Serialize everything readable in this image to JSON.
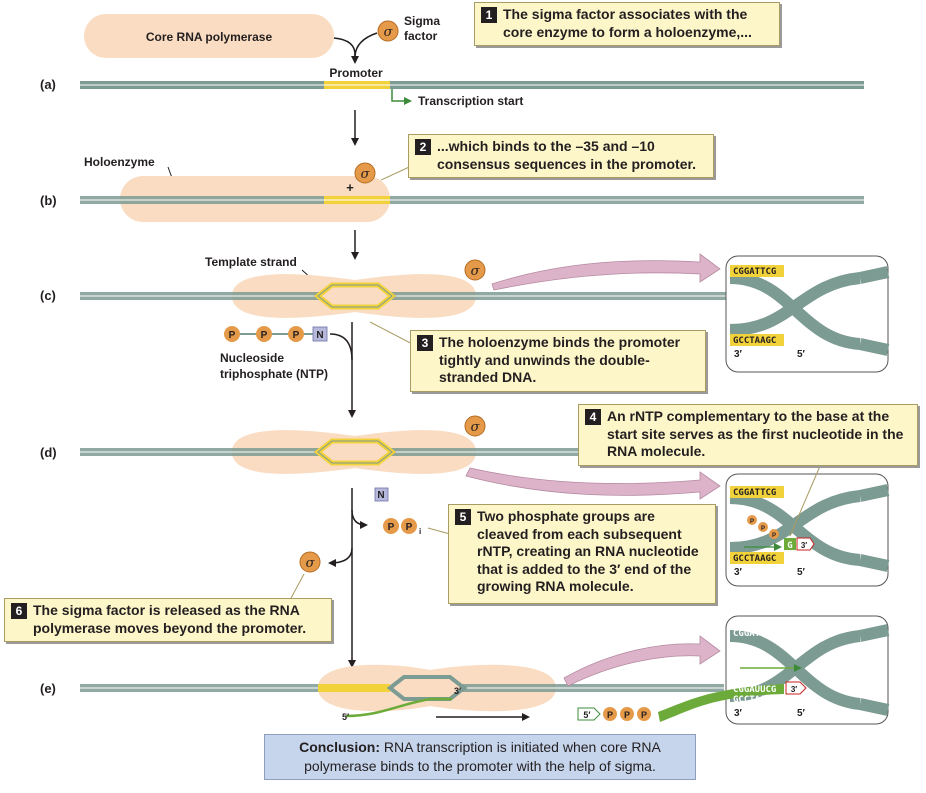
{
  "labels": {
    "core_rna_polymerase": "Core RNA polymerase",
    "sigma_symbol": "σ",
    "sigma_factor_line1": "Sigma",
    "sigma_factor_line2": "factor",
    "promoter": "Promoter",
    "transcription_start": "Transcription start",
    "holoenzyme": "Holoenzyme",
    "plus": "+",
    "template_strand": "Template strand",
    "nucleoside_line1": "Nucleoside",
    "nucleoside_line2": "triphosphate (NTP)",
    "p": "P",
    "n": "N",
    "pi_sub": "i",
    "three_prime": "3′",
    "five_prime": "5′"
  },
  "steps": {
    "a": "(a)",
    "b": "(b)",
    "c": "(c)",
    "d": "(d)",
    "e": "(e)"
  },
  "sequences": {
    "top": "CGGATTCG",
    "bottom": "GCCTAAGC",
    "rna": "CGGAUUCG",
    "first_nt": "G"
  },
  "callouts": [
    {
      "num": "1",
      "text": "The sigma factor associates with the core enzyme to form a holoenzyme,..."
    },
    {
      "num": "2",
      "text": "...which binds to the –35 and –10 consensus sequences in the promoter."
    },
    {
      "num": "3",
      "text": "The holoenzyme binds the promoter tightly and unwinds the double-stranded DNA."
    },
    {
      "num": "4",
      "text": "An rNTP complementary to the base at the start site serves as the first nucleotide in the RNA molecule."
    },
    {
      "num": "5",
      "text": "Two phosphate groups are cleaved from each subsequent rNTP, creating an RNA nucleotide that is added to the 3′ end of the growing RNA molecule."
    },
    {
      "num": "6",
      "text": "The sigma factor is released as the RNA polymerase moves beyond the promoter."
    }
  ],
  "conclusion": {
    "label": "Conclusion:",
    "text": "RNA transcription is initiated when core RNA polymerase binds to the promoter with the help of sigma."
  },
  "colors": {
    "dna": "#7c9b93",
    "polymerase": "#f9dcc1",
    "promoter": "#f2d23b",
    "sigma": "#e59a4a",
    "rna": "#6cab3a",
    "arrow_pink": "#dcb3c9",
    "callout_bg": "#fdf6c9",
    "conclusion_bg": "#c6d5ec",
    "red_label": "#c8201e",
    "green_label": "#3d8b3a"
  }
}
